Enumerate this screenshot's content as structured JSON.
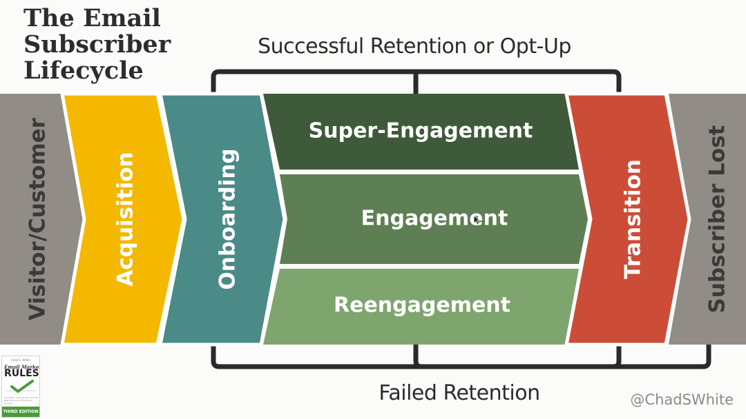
{
  "title": {
    "line1": "The Email",
    "line2": "Subscriber",
    "line3": "Lifecycle"
  },
  "brackets": {
    "top_label": "Successful Retention or Opt-Up",
    "bottom_label": "Failed Retention"
  },
  "stages": {
    "visitor": "Visitor/Customer",
    "acquisition": "Acquisition",
    "onboarding": "Onboarding",
    "super_engagement": "Super-Engagement",
    "engagement": "Engagement",
    "reengagement": "Reengagement",
    "transition": "Transition",
    "subscriber_lost": "Subscriber Lost"
  },
  "book": {
    "author": "Chad S. White",
    "series": "Email Marketing",
    "title": "RULES",
    "subtitle": "Checklists, Frameworks, and 150 Best Practices for Business Success",
    "edition": "THIRD EDITION"
  },
  "handle": "@ChadSWhite",
  "colors": {
    "visitor": "#918d86",
    "acquisition": "#f4b800",
    "onboarding": "#4a8a87",
    "super_engagement": "#3f5a3a",
    "engagement": "#5e7f53",
    "reengagement": "#7fa56f",
    "transition": "#cc4d37",
    "subscriber_lost": "#918d86",
    "bracket": "#2a2a2a"
  }
}
